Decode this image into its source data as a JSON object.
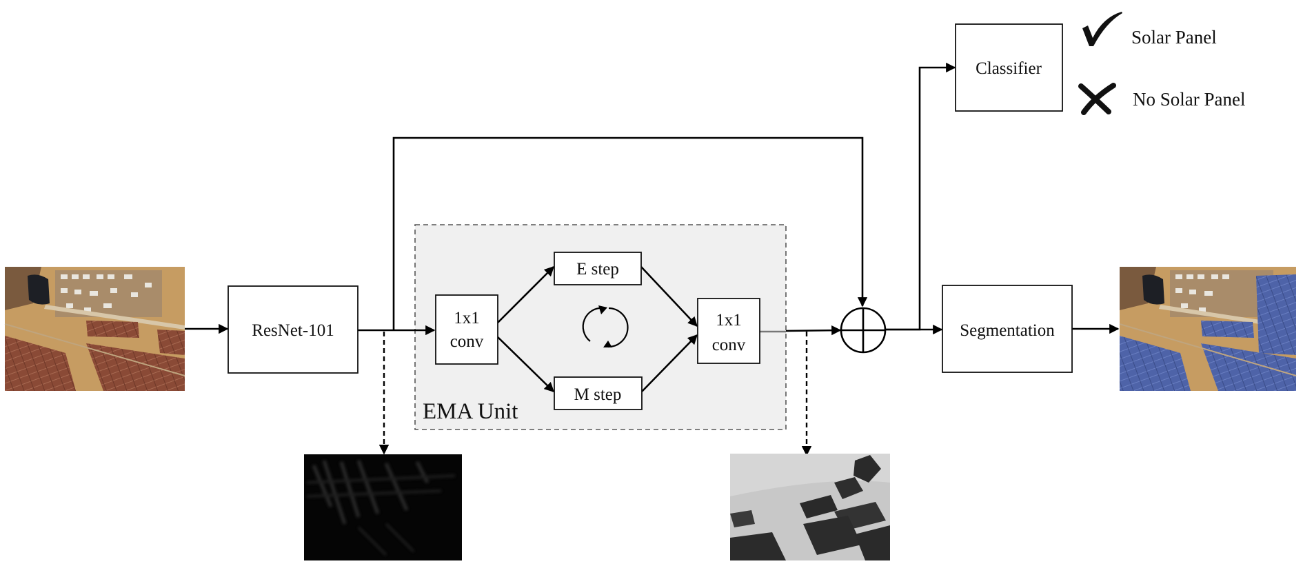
{
  "blocks": {
    "backbone": "ResNet-101",
    "conv_in_line1": "1x1",
    "conv_in_line2": "conv",
    "e_step": "E step",
    "m_step": "M step",
    "conv_out_line1": "1x1",
    "conv_out_line2": "conv",
    "ema_unit": "EMA Unit",
    "classifier": "Classifier",
    "segmentation": "Segmentation"
  },
  "legend": {
    "positive": "Solar Panel",
    "negative": "No Solar Panel"
  },
  "icons": {
    "positive": "check-icon",
    "negative": "cross-icon",
    "iteration": "cycle-arrows-icon",
    "fusion": "circled-plus-icon"
  },
  "colors": {
    "ema_region": "#f0f0f0",
    "sand": "#c69c62",
    "panel_rust": "#8a4a36",
    "panel_blue": "#4e63a8"
  }
}
